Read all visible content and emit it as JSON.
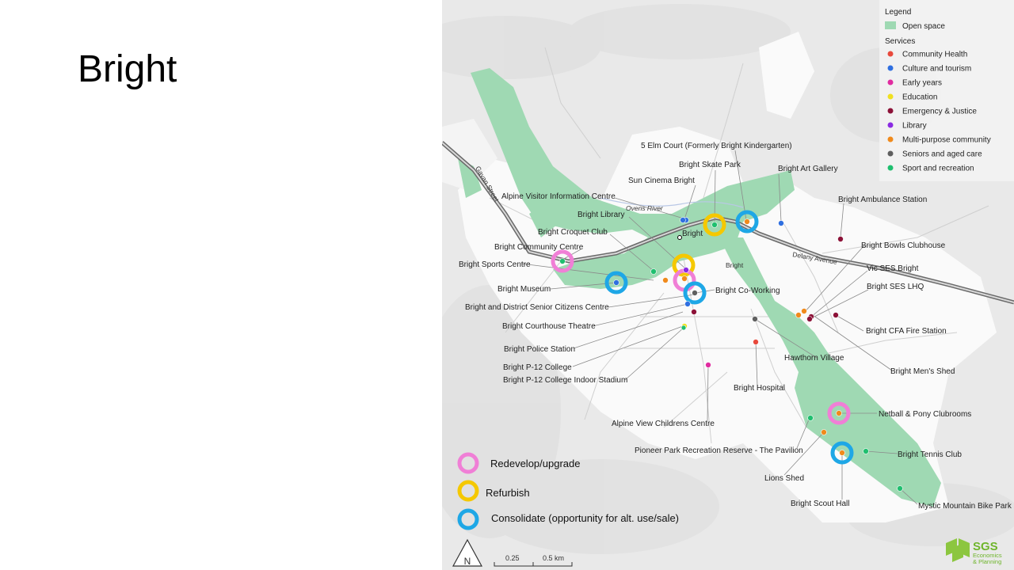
{
  "title": "Bright",
  "legend": {
    "heading": "Legend",
    "open_space": "Open space",
    "services_heading": "Services",
    "services": [
      {
        "name": "Community Health",
        "color": "#e8493c"
      },
      {
        "name": "Culture and tourism",
        "color": "#2f6fe0"
      },
      {
        "name": "Early years",
        "color": "#e02ca0"
      },
      {
        "name": "Education",
        "color": "#f0e020"
      },
      {
        "name": "Emergency & Justice",
        "color": "#8c1238"
      },
      {
        "name": "Library",
        "color": "#8a2be2"
      },
      {
        "name": "Multi-purpose community",
        "color": "#f08a1c"
      },
      {
        "name": "Seniors and aged care",
        "color": "#5f5f5f"
      },
      {
        "name": "Sport and recreation",
        "color": "#1fbf6f"
      }
    ]
  },
  "actions": [
    {
      "label": "Redevelop/upgrade",
      "color": "#f07fd6"
    },
    {
      "label": "Refurbish",
      "color": "#f5c800"
    },
    {
      "label": "Consolidate (opportunity for alt. use/sale)",
      "color": "#1ea7e6"
    }
  ],
  "map_text": {
    "town": "Bright",
    "park": "Bright",
    "river": "Ovens River",
    "gavan": "Gavan Street",
    "delany": "Delany Avenue"
  },
  "facilities": [
    {
      "name": "5 Elm Court (Formerly Bright Kindergarten)",
      "service": "Multi-purpose community"
    },
    {
      "name": "Bright Skate Park",
      "service": "Sport and recreation"
    },
    {
      "name": "Bright Art Gallery",
      "service": "Culture and tourism"
    },
    {
      "name": "Sun Cinema Bright",
      "service": "Culture and tourism"
    },
    {
      "name": "Alpine Visitor Information Centre",
      "service": "Culture and tourism"
    },
    {
      "name": "Bright Ambulance Station",
      "service": "Emergency & Justice"
    },
    {
      "name": "Bright Library",
      "service": "Library"
    },
    {
      "name": "Bright Croquet Club",
      "service": "Sport and recreation"
    },
    {
      "name": "Bright Bowls Clubhouse",
      "service": "Multi-purpose community"
    },
    {
      "name": "Bright Community Centre",
      "service": "Multi-purpose community"
    },
    {
      "name": "Vic SES Bright",
      "service": "Emergency & Justice"
    },
    {
      "name": "Bright Sports Centre",
      "service": "Sport and recreation"
    },
    {
      "name": "Bright SES LHQ",
      "service": "Emergency & Justice"
    },
    {
      "name": "Bright Museum",
      "service": "Culture and tourism"
    },
    {
      "name": "Bright Co-Working",
      "service": "Seniors and aged care"
    },
    {
      "name": "Bright and District Senior Citizens Centre",
      "service": "Seniors and aged care"
    },
    {
      "name": "Bright Courthouse Theatre",
      "service": "Culture and tourism"
    },
    {
      "name": "Bright CFA Fire Station",
      "service": "Emergency & Justice"
    },
    {
      "name": "Bright Police Station",
      "service": "Emergency & Justice"
    },
    {
      "name": "Hawthorn Village",
      "service": "Seniors and aged care"
    },
    {
      "name": "Bright P-12 College",
      "service": "Education"
    },
    {
      "name": "Bright Men's Shed",
      "service": "Multi-purpose community"
    },
    {
      "name": "Bright P-12 College Indoor Stadium",
      "service": "Sport and recreation"
    },
    {
      "name": "Bright Hospital",
      "service": "Community Health"
    },
    {
      "name": "Netball & Pony Clubrooms",
      "service": "Multi-purpose community"
    },
    {
      "name": "Alpine View Childrens Centre",
      "service": "Early years"
    },
    {
      "name": "Pioneer Park Recreation Reserve - The Pavilion",
      "service": "Sport and recreation"
    },
    {
      "name": "Bright Tennis Club",
      "service": "Sport and recreation"
    },
    {
      "name": "Lions Shed",
      "service": "Multi-purpose community"
    },
    {
      "name": "Bright Scout Hall",
      "service": "Multi-purpose community"
    },
    {
      "name": "Mystic Mountain Bike Park",
      "service": "Sport and recreation"
    }
  ],
  "scale_bar": {
    "tick1": "0.25",
    "tick2": "0.5 km"
  },
  "north_arrow": "N",
  "logo": {
    "name": "SGS",
    "line1": "Economics",
    "line2": "& Planning"
  }
}
